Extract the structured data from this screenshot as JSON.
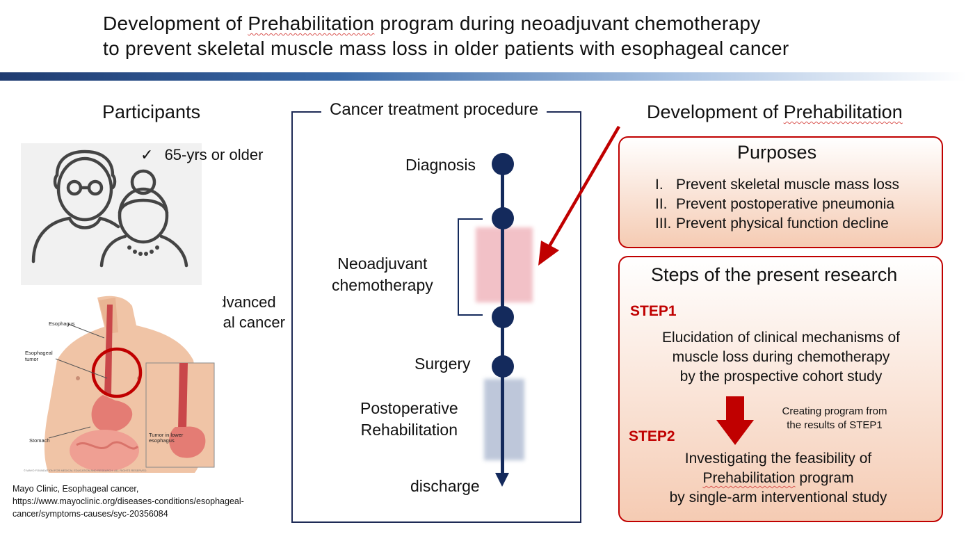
{
  "title": {
    "line1_pre": "Development of ",
    "line1_word": "Prehabilitation",
    "line1_post": " program during neoadjuvant chemotherapy",
    "line2": "to prevent skeletal muscle mass loss in older patients with esophageal cancer"
  },
  "participants": {
    "heading": "Participants",
    "criteria": [
      {
        "check": "✓",
        "text": "65-yrs or older"
      },
      {
        "check": "✓",
        "text_line1": "Locally advanced",
        "text_line2": "esophageal cancer"
      }
    ],
    "illustration_labels": {
      "esophagus": "Esophagus",
      "tumor_l1": "Esophageal",
      "tumor_l2": "tumor",
      "stomach": "Stomach",
      "inset_l1": "Tumor in lower",
      "inset_l2": "esophagus",
      "copyright": "© MAYO FOUNDATION FOR MEDICAL EDUCATION AND RESEARCH. ALL RIGHTS RESERVED."
    },
    "citation": {
      "line1": "Mayo Clinic, Esophageal cancer,",
      "line2": "https://www.mayoclinic.org/diseases-conditions/esophageal-",
      "line3": "cancer/symptoms-causes/syc-20356084"
    }
  },
  "procedure": {
    "heading": "Cancer treatment procedure",
    "steps": {
      "diagnosis": "Diagnosis",
      "neo_l1": "Neoadjuvant",
      "neo_l2": "chemotherapy",
      "surgery": "Surgery",
      "rehab_l1": "Postoperative",
      "rehab_l2": "Rehabilitation",
      "discharge": "discharge"
    }
  },
  "development": {
    "heading_pre": "Development of ",
    "heading_word": "Prehabilitation",
    "purposes": {
      "title": "Purposes",
      "items": [
        {
          "num": "I.",
          "text": "Prevent skeletal muscle mass loss"
        },
        {
          "num": "II.",
          "text": "Prevent postoperative pneumonia"
        },
        {
          "num": "III.",
          "text": "Prevent physical function decline"
        }
      ]
    },
    "steps": {
      "title": "Steps of the present research",
      "step1_label": "STEP1",
      "step1_l1": "Elucidation of clinical mechanisms of",
      "step1_l2": "muscle loss during chemotherapy",
      "step1_l3": "by the prospective cohort study",
      "transition_l1": "Creating program from",
      "transition_l2": "the results of STEP1",
      "step2_label": "STEP2",
      "step2_l1": "Investigating the feasibility of",
      "step2_l2_word": "Prehabilitation",
      "step2_l2_post": " program",
      "step2_l3": "by single-arm interventional study"
    }
  },
  "colors": {
    "navy": "#142a5c",
    "accent_red": "#c00000",
    "panel_fill": "#f5cbb3"
  }
}
